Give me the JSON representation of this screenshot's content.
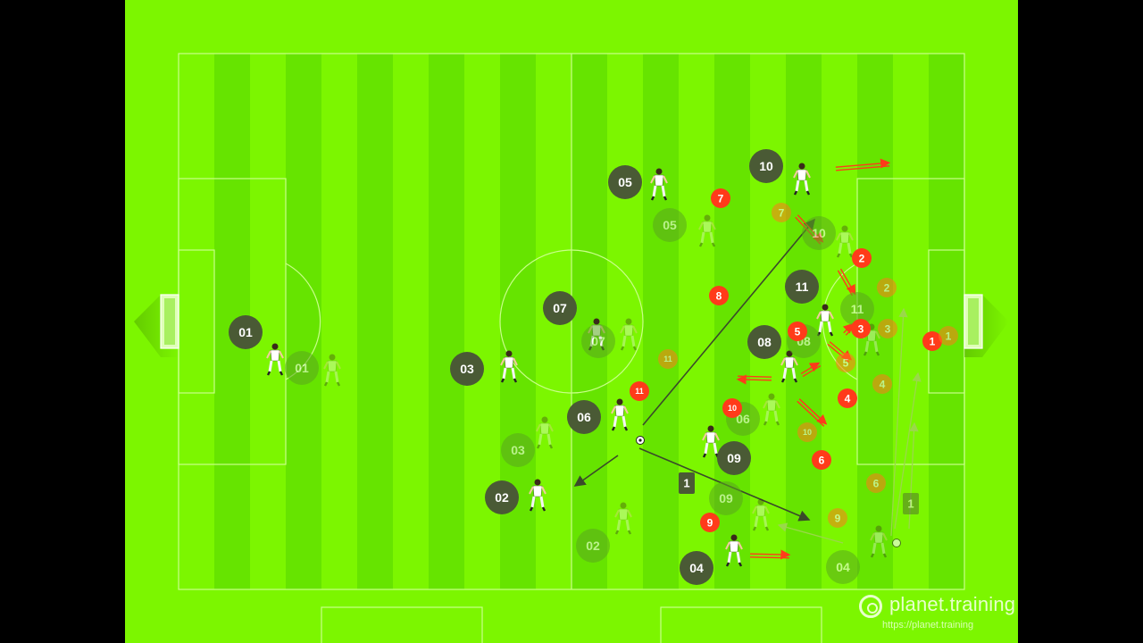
{
  "watermark": {
    "brand": "planet.training",
    "url": "https://planet.training"
  },
  "colors": {
    "pitch_light": "#7cf600",
    "pitch_dark": "#66e400",
    "line": "#c9ff8a",
    "team_token": "#4a5a35",
    "opponent_token": "#ff3b1a",
    "arrow_dark": "#3a4a2a",
    "arrow_red": "#ff3b1a"
  },
  "team": [
    {
      "label": "01",
      "pos": "current",
      "icon": "player-icon"
    },
    {
      "label": "01",
      "pos": "next",
      "icon": "player-icon"
    },
    {
      "label": "02",
      "pos": "current",
      "icon": "player-icon"
    },
    {
      "label": "02",
      "pos": "next",
      "icon": "player-icon"
    },
    {
      "label": "03",
      "pos": "current",
      "icon": "player-icon"
    },
    {
      "label": "03",
      "pos": "next",
      "icon": "player-icon"
    },
    {
      "label": "04",
      "pos": "current",
      "icon": "player-icon"
    },
    {
      "label": "04",
      "pos": "next",
      "icon": "player-icon"
    },
    {
      "label": "05",
      "pos": "current",
      "icon": "player-icon"
    },
    {
      "label": "05",
      "pos": "next",
      "icon": "player-icon"
    },
    {
      "label": "06",
      "pos": "current",
      "icon": "player-icon"
    },
    {
      "label": "06",
      "pos": "next",
      "icon": "player-icon"
    },
    {
      "label": "07",
      "pos": "current",
      "icon": "player-icon"
    },
    {
      "label": "07",
      "pos": "next",
      "icon": "player-icon"
    },
    {
      "label": "08",
      "pos": "current",
      "icon": "player-icon"
    },
    {
      "label": "08",
      "pos": "next",
      "icon": "player-icon"
    },
    {
      "label": "09",
      "pos": "current",
      "icon": "player-icon"
    },
    {
      "label": "09",
      "pos": "next",
      "icon": "player-icon"
    },
    {
      "label": "10",
      "pos": "current",
      "icon": "player-icon"
    },
    {
      "label": "10",
      "pos": "next",
      "icon": "player-icon"
    },
    {
      "label": "11",
      "pos": "current",
      "icon": "player-icon"
    },
    {
      "label": "11",
      "pos": "next",
      "icon": "player-icon"
    }
  ],
  "opponents": [
    {
      "label": "1",
      "pos": "current"
    },
    {
      "label": "1",
      "pos": "next"
    },
    {
      "label": "2",
      "pos": "current"
    },
    {
      "label": "2",
      "pos": "next"
    },
    {
      "label": "3",
      "pos": "current"
    },
    {
      "label": "3",
      "pos": "next"
    },
    {
      "label": "4",
      "pos": "current"
    },
    {
      "label": "4",
      "pos": "next"
    },
    {
      "label": "5",
      "pos": "current"
    },
    {
      "label": "5",
      "pos": "next"
    },
    {
      "label": "6",
      "pos": "current"
    },
    {
      "label": "6",
      "pos": "next"
    },
    {
      "label": "7",
      "pos": "current"
    },
    {
      "label": "7",
      "pos": "next"
    },
    {
      "label": "8",
      "pos": "current"
    },
    {
      "label": "9",
      "pos": "current"
    },
    {
      "label": "9",
      "pos": "next"
    },
    {
      "label": "10",
      "pos": "current"
    },
    {
      "label": "10",
      "pos": "next"
    },
    {
      "label": "11",
      "pos": "current"
    },
    {
      "label": "11",
      "pos": "next"
    }
  ],
  "markers": [
    {
      "label": "1",
      "pos": "current"
    },
    {
      "label": "1",
      "pos": "next"
    }
  ],
  "ball": {
    "icon": "ball-icon"
  }
}
